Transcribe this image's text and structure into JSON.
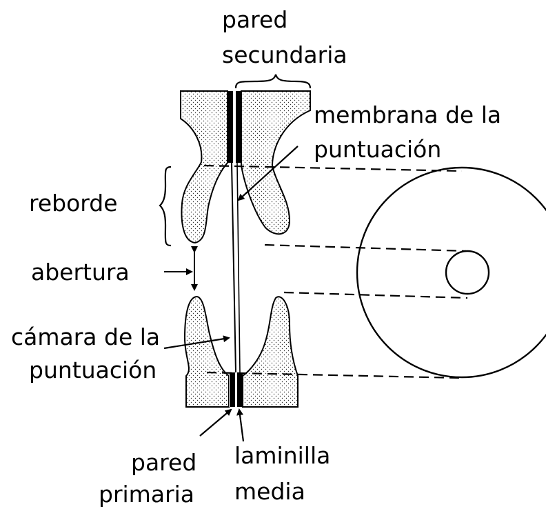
{
  "labels": {
    "secondary_wall_1": "pared",
    "secondary_wall_2": "secundaria",
    "pit_membrane_1": "membrana de la",
    "pit_membrane_2": "puntuación",
    "border": "reborde",
    "aperture": "abertura",
    "pit_chamber_1": "cámara de la",
    "pit_chamber_2": "puntuación",
    "primary_wall_1": "pared",
    "primary_wall_2": "primaria",
    "middle_lamella_1": "laminilla",
    "middle_lamella_2": "media"
  }
}
